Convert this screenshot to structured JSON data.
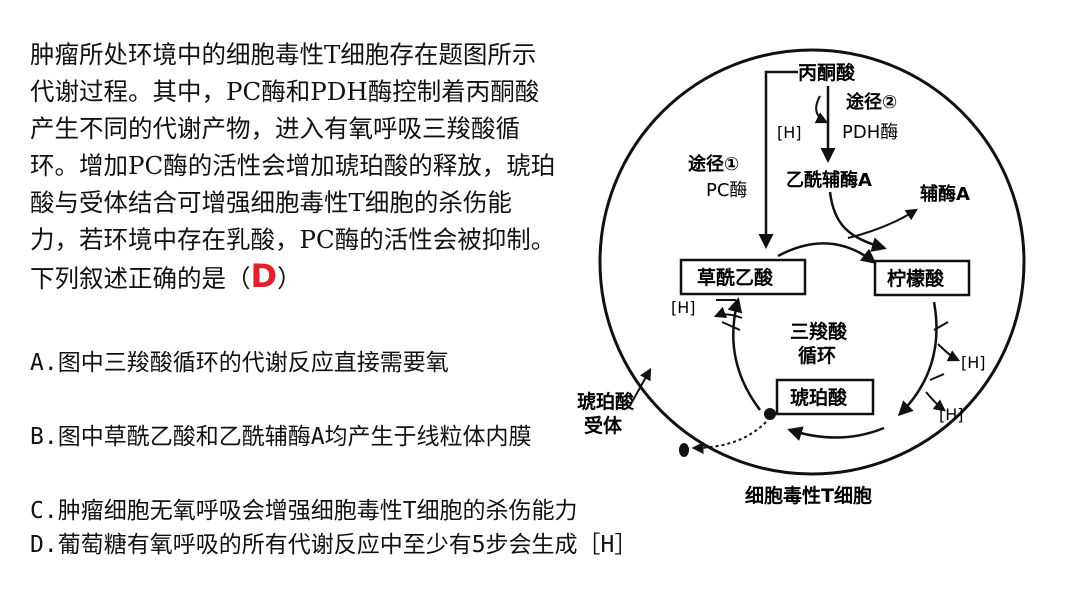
{
  "question": {
    "stem": "肿瘤所处环境中的细胞毒性T细胞存在题图所示代谢过程。其中，PC酶和PDH酶控制着丙酮酸产生不同的代谢产物，进入有氧呼吸三羧酸循环。增加PC酶的活性会增加琥珀酸的释放，琥珀酸与受体结合可增强细胞毒性T细胞的杀伤能力，若环境中存在乳酸，PC酶的活性会被抑制。下列叙述正确的是（",
    "stem_end": "）",
    "answer": "D"
  },
  "options": {
    "a": "A.图中三羧酸循环的代谢反应直接需要氧",
    "b": "B.图中草酰乙酸和乙酰辅酶A均产生于线粒体内膜",
    "c": "C.肿瘤细胞无氧呼吸会增强细胞毒性T细胞的杀伤能力",
    "d": "D.葡萄糖有氧呼吸的所有代谢反应中至少有5步会生成［H］"
  },
  "diagram": {
    "pyruvate": "丙酮酸",
    "pathway2": "途径②",
    "h_label": "[H]",
    "pdh_enzyme": "PDH酶",
    "pathway1": "途径①",
    "pc_enzyme": "PC酶",
    "acetyl_coa": "乙酰辅酶A",
    "coa": "辅酶A",
    "oxaloacetate": "草酰乙酸",
    "citrate": "柠檬酸",
    "tca_line1": "三羧酸",
    "tca_line2": "循环",
    "succinate": "琥珀酸",
    "receptor_line1": "琥珀酸",
    "receptor_line2": "受体",
    "cell_label": "细胞毒性T细胞"
  }
}
